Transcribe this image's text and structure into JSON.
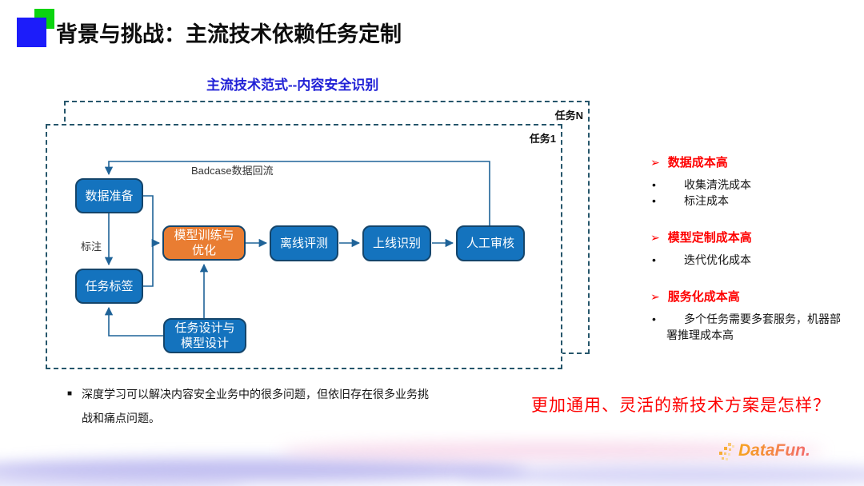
{
  "slide": {
    "title": "背景与挑战：主流技术依赖任务定制",
    "subtitle": "主流技术范式--内容安全识别"
  },
  "diagram": {
    "outer_label": "任务N",
    "inner_label": "任务1",
    "boxes": {
      "data_prep": "数据准备",
      "task_label": "任务标签",
      "model_train_line1": "模型训练与",
      "model_train_line2": "优化",
      "offline_eval": "离线评测",
      "online_recog": "上线识别",
      "manual_review": "人工审核",
      "design_line1": "任务设计与",
      "design_line2": "模型设计"
    },
    "edge_labels": {
      "badcase": "Badcase数据回流",
      "annotate": "标注"
    }
  },
  "costs": [
    {
      "marker": "➢",
      "title": "数据成本高",
      "items": [
        "收集清洗成本",
        "标注成本"
      ]
    },
    {
      "marker": "➢",
      "title": "模型定制成本高",
      "items": [
        "迭代优化成本"
      ]
    },
    {
      "marker": "➢",
      "title": "服务化成本高",
      "items": [
        "多个任务需要多套服务，机器部署推理成本高"
      ]
    }
  ],
  "glyphs": {
    "dot": "•",
    "square": "■"
  },
  "notes": {
    "summary": "深度学习可以解决内容安全业务中的很多问题，但依旧存在很多业务挑战和痛点问题。",
    "question": "更加通用、灵活的新技术方案是怎样？"
  },
  "footer": {
    "brand": "DataFun."
  },
  "colors": {
    "flow_box_blue": "#1473BE",
    "flow_box_orange": "#E97D32",
    "flow_box_border": "#14456B",
    "connector": "#1F6398",
    "dashed_border": "#26566B",
    "subtitle_blue": "#2121D6",
    "accent_red": "#FE0000",
    "logo_blue": "#1C1CFA",
    "logo_green": "#0BD410",
    "brand_gradient_start": "#F6A41F",
    "brand_gradient_end": "#F2696E",
    "wave_lavender": "#9B97E8",
    "wave_pink": "#F4C3DF"
  }
}
